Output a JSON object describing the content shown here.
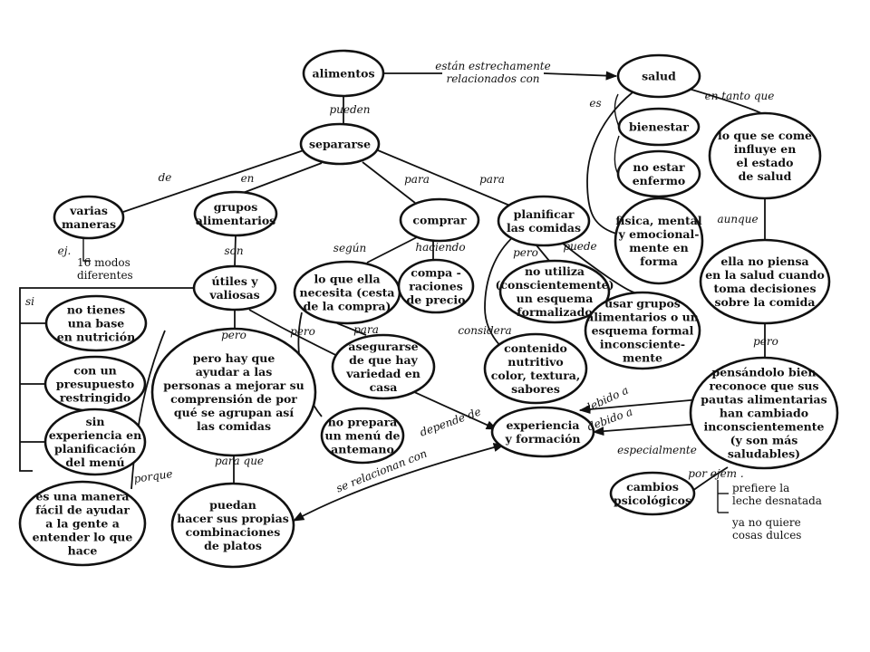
{
  "nodes": [
    {
      "id": "alimentos",
      "lines": [
        "alimentos"
      ]
    },
    {
      "id": "salud",
      "lines": [
        "salud"
      ]
    },
    {
      "id": "separarse",
      "lines": [
        "separarse"
      ]
    },
    {
      "id": "bienestar",
      "lines": [
        "bienestar"
      ]
    },
    {
      "id": "no_enfermo",
      "lines": [
        "no estar",
        "enfermo"
      ]
    },
    {
      "id": "lo_que_se_come",
      "lines": [
        "lo que se come",
        "influye en",
        "el estado",
        "de salud"
      ]
    },
    {
      "id": "varias_maneras",
      "lines": [
        "varias",
        "maneras"
      ]
    },
    {
      "id": "grupos",
      "lines": [
        "grupos",
        "alimentarios"
      ]
    },
    {
      "id": "comprar",
      "lines": [
        "comprar"
      ]
    },
    {
      "id": "planificar",
      "lines": [
        "planificar",
        "las comidas"
      ]
    },
    {
      "id": "fisica",
      "lines": [
        "física, mental",
        "y emocional-",
        "mente en",
        "forma"
      ]
    },
    {
      "id": "ella_no_piensa",
      "lines": [
        "ella no piensa",
        "en la salud cuando",
        "toma decisiones",
        "sobre la comida"
      ]
    },
    {
      "id": "utiles",
      "lines": [
        "útiles y",
        "valiosas"
      ]
    },
    {
      "id": "lo_que_ella",
      "lines": [
        "lo que ella",
        "necesita (cesta",
        "de la compra)"
      ]
    },
    {
      "id": "comparaciones",
      "lines": [
        "compa -",
        "raciones",
        "de precio"
      ]
    },
    {
      "id": "no_utiliza",
      "lines": [
        "no utiliza",
        "(conscientemente)",
        "un esquema",
        "formalizado"
      ]
    },
    {
      "id": "usar_grupos",
      "lines": [
        "usar grupos",
        "alimentarios o un",
        "esquema formal",
        "inconsciente-",
        "mente"
      ]
    },
    {
      "id": "no_base",
      "lines": [
        "no tienes",
        "una base",
        "en nutrición"
      ]
    },
    {
      "id": "presupuesto",
      "lines": [
        "con un",
        "presupuesto",
        "restringido"
      ]
    },
    {
      "id": "sin_experiencia",
      "lines": [
        "sin",
        "experiencia en",
        "planificación",
        "del menú"
      ]
    },
    {
      "id": "pero_hay",
      "lines": [
        "pero hay que",
        "ayudar a las",
        "personas a mejorar su",
        "comprensión de por",
        "qué se agrupan así",
        "las comidas"
      ]
    },
    {
      "id": "asegurarse",
      "lines": [
        "asegurarse",
        "de que hay",
        "variedad en",
        "casa"
      ]
    },
    {
      "id": "contenido",
      "lines": [
        "contenido",
        "nutritivo",
        "color, textura,",
        "sabores"
      ]
    },
    {
      "id": "pensandolo",
      "lines": [
        "pensándolo bien",
        "reconoce que sus",
        "pautas alimentarias",
        "han cambiado",
        "inconscientemente",
        "(y son más",
        "saludables)"
      ]
    },
    {
      "id": "no_prepara",
      "lines": [
        "no prepara",
        "un menú de",
        "antemano"
      ]
    },
    {
      "id": "experiencia",
      "lines": [
        "experiencia",
        "y formación"
      ]
    },
    {
      "id": "cambios",
      "lines": [
        "cambios",
        "psicológicos"
      ]
    },
    {
      "id": "es_una_manera",
      "lines": [
        "es una manera",
        "fácil de ayudar",
        "a la gente a",
        "entender lo que",
        "hace"
      ]
    },
    {
      "id": "puedan",
      "lines": [
        "puedan",
        "hacer sus propias",
        "combinaciones",
        "de platos"
      ]
    }
  ],
  "edge_labels": [
    {
      "id": "estan",
      "lines": [
        "están estrechamente",
        "relacionados con"
      ]
    },
    {
      "id": "pueden",
      "lines": [
        "pueden"
      ]
    },
    {
      "id": "es",
      "lines": [
        "es"
      ]
    },
    {
      "id": "en_tanto",
      "lines": [
        "en tanto que"
      ]
    },
    {
      "id": "de",
      "lines": [
        "de"
      ]
    },
    {
      "id": "en",
      "lines": [
        "en"
      ]
    },
    {
      "id": "para1",
      "lines": [
        "para"
      ]
    },
    {
      "id": "para2",
      "lines": [
        "para"
      ]
    },
    {
      "id": "aunque",
      "lines": [
        "aunque"
      ]
    },
    {
      "id": "son",
      "lines": [
        "son"
      ]
    },
    {
      "id": "segun",
      "lines": [
        "según"
      ]
    },
    {
      "id": "haciendo",
      "lines": [
        "haciendo"
      ]
    },
    {
      "id": "pero_plan",
      "lines": [
        "pero"
      ]
    },
    {
      "id": "puede",
      "lines": [
        "puede"
      ]
    },
    {
      "id": "si",
      "lines": [
        "si"
      ]
    },
    {
      "id": "pero_util",
      "lines": [
        "pero"
      ]
    },
    {
      "id": "pero_lo",
      "lines": [
        "pero"
      ]
    },
    {
      "id": "para3",
      "lines": [
        "para"
      ]
    },
    {
      "id": "considera",
      "lines": [
        "considera"
      ]
    },
    {
      "id": "pero_ella",
      "lines": [
        "pero"
      ]
    },
    {
      "id": "debido1",
      "lines": [
        "debido a"
      ]
    },
    {
      "id": "depende",
      "lines": [
        "depende de"
      ]
    },
    {
      "id": "debido2",
      "lines": [
        "debido a"
      ]
    },
    {
      "id": "para_que",
      "lines": [
        "para que"
      ]
    },
    {
      "id": "especialmente",
      "lines": [
        "especialmente"
      ]
    },
    {
      "id": "porque",
      "lines": [
        "porque"
      ]
    },
    {
      "id": "se_relacionan",
      "lines": [
        "se relacionan con"
      ]
    },
    {
      "id": "por_ejem",
      "lines": [
        "por ejem ."
      ]
    },
    {
      "id": "ej",
      "lines": [
        "ej."
      ]
    }
  ],
  "notes": [
    {
      "id": "modos",
      "lines": [
        "16 modos",
        "diferentes"
      ]
    },
    {
      "id": "leche",
      "lines": [
        "prefiere la",
        "leche desnatada"
      ]
    },
    {
      "id": "dulces",
      "lines": [
        "ya no quiere",
        "cosas dulces"
      ]
    }
  ]
}
